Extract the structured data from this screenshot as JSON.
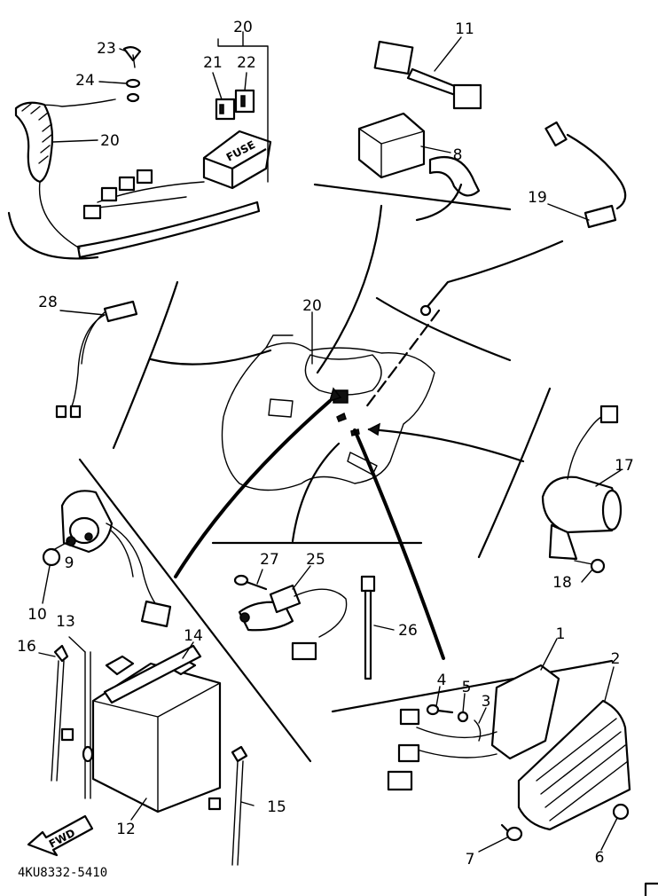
{
  "diagram": {
    "drawing_code": "4KU8332-5410",
    "fwd_label": "FWD",
    "fuse_label": "FUSE",
    "part_numbers": [
      "1",
      "2",
      "3",
      "4",
      "5",
      "6",
      "7",
      "8",
      "9",
      "10",
      "11",
      "12",
      "13",
      "14",
      "15",
      "16",
      "17",
      "18",
      "19",
      "20",
      "20",
      "20",
      "21",
      "22",
      "23",
      "24",
      "25",
      "26",
      "27",
      "28"
    ]
  }
}
